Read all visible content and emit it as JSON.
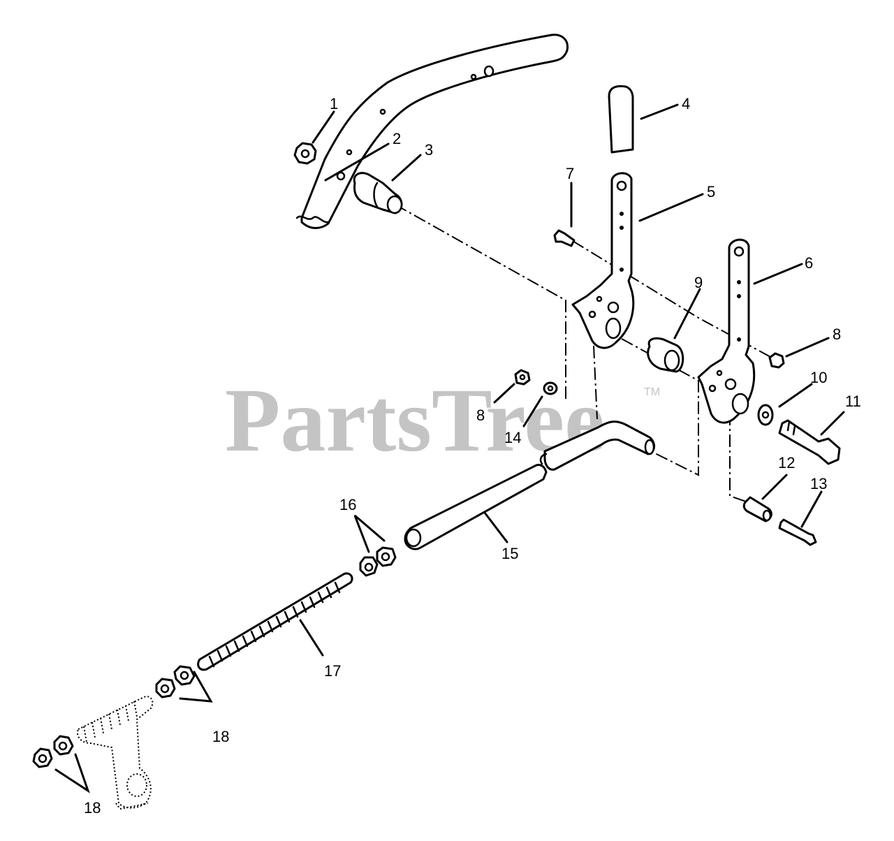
{
  "watermark": {
    "text": "PartsTree",
    "tm": "TM"
  },
  "callouts": [
    {
      "id": "1",
      "label": "1"
    },
    {
      "id": "2",
      "label": "2"
    },
    {
      "id": "3",
      "label": "3"
    },
    {
      "id": "4",
      "label": "4"
    },
    {
      "id": "5",
      "label": "5"
    },
    {
      "id": "6",
      "label": "6"
    },
    {
      "id": "7",
      "label": "7"
    },
    {
      "id": "8a",
      "label": "8"
    },
    {
      "id": "8b",
      "label": "8"
    },
    {
      "id": "9",
      "label": "9"
    },
    {
      "id": "10",
      "label": "10"
    },
    {
      "id": "11",
      "label": "11"
    },
    {
      "id": "12",
      "label": "12"
    },
    {
      "id": "13",
      "label": "13"
    },
    {
      "id": "14",
      "label": "14"
    },
    {
      "id": "15",
      "label": "15"
    },
    {
      "id": "16",
      "label": "16"
    },
    {
      "id": "17",
      "label": "17"
    },
    {
      "id": "18a",
      "label": "18"
    },
    {
      "id": "18b",
      "label": "18"
    }
  ]
}
